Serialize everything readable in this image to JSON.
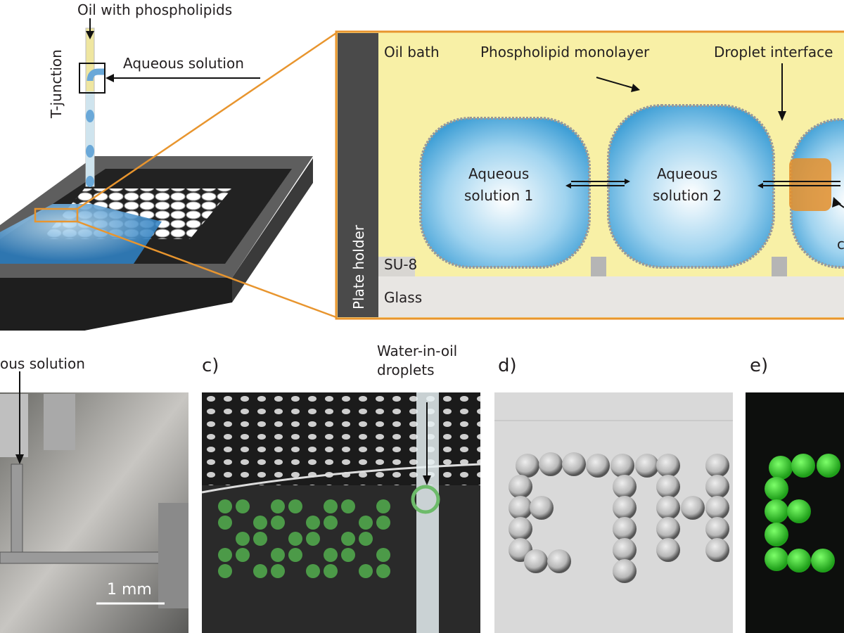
{
  "figure": {
    "top": {
      "oil_label": "Oil with phospholipids",
      "tjunction_label": "T-junction",
      "aqueous_label": "Aqueous solution",
      "inset": {
        "plate_holder": "Plate holder",
        "oil_bath": "Oil bath",
        "monolayer": "Phospholipid monolayer",
        "interface": "Droplet interface",
        "droplet1": [
          "Aqueous",
          "solution 1"
        ],
        "droplet2": [
          "Aqueous",
          "solution 2"
        ],
        "su8": "SU-8",
        "glass": "Glass",
        "cropped_letter": "c"
      }
    },
    "panel_b": {
      "label": "ous solution",
      "scale": "1 mm"
    },
    "panel_c": {
      "label": "c)",
      "droplets_label": [
        "Water-in-oil",
        "droplets"
      ]
    },
    "panel_d": {
      "label": "d)"
    },
    "panel_e": {
      "label": "e)"
    }
  },
  "colors": {
    "orange": "#e8952e",
    "oil": "#f8f0a6",
    "glass": "#e8e6e3",
    "holder": "#4a4a4a",
    "green": "#3fd23a"
  }
}
